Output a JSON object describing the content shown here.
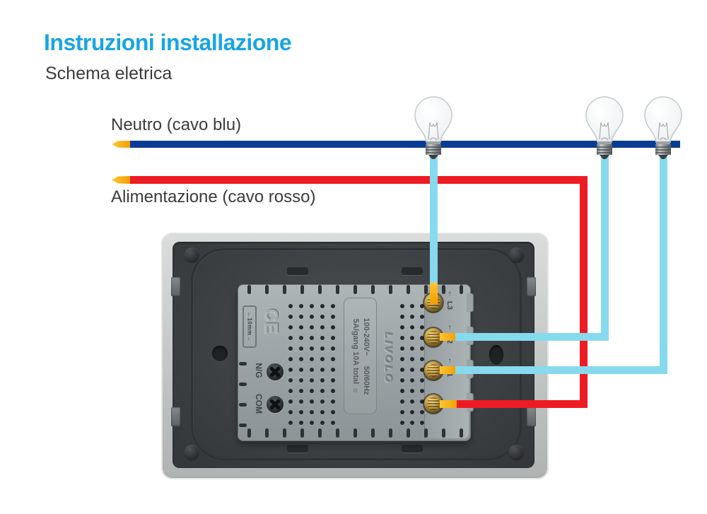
{
  "header": {
    "title": "Instruzioni installazione",
    "subtitle": "Schema eletrica"
  },
  "labels": {
    "neutral": "Neutro (cavo blu)",
    "live": "Alimentazione (cavo rosso)"
  },
  "colors": {
    "accent": "#18A5E5",
    "neutral_wire": "#0A3C94",
    "live_wire": "#ED1C24",
    "load_wire": "#87DAEE",
    "wire_tip": "#F5A800"
  },
  "device": {
    "brand": "LIVOLO",
    "ce_mark": "CE",
    "strip_gauge": "←10mm→",
    "rating": {
      "voltage": "100-240V~",
      "frequency": "50/60Hz",
      "current": "5A/gang 10A total",
      "load_icon": "☼"
    },
    "left_terminals": [
      {
        "label": "N/G"
      },
      {
        "label": "COM"
      }
    ],
    "load_terminals": [
      {
        "arrow": "↑",
        "label": "L3"
      },
      {
        "arrow": "↑",
        "label": "L2"
      },
      {
        "arrow": "↑",
        "label": "L1"
      }
    ]
  },
  "bulb_count": 3
}
